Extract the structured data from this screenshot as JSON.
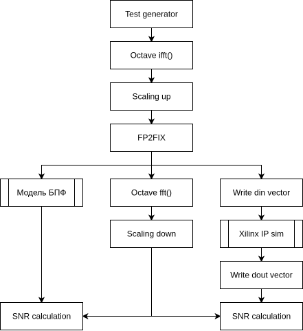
{
  "diagram": {
    "nodes": [
      {
        "id": "test-generator",
        "label": "Test generator",
        "subprocess": false
      },
      {
        "id": "octave-ifft",
        "label": "Octave ifft()",
        "subprocess": false
      },
      {
        "id": "scaling-up",
        "label": "Scaling up",
        "subprocess": false
      },
      {
        "id": "fp2fix",
        "label": "FP2FIX",
        "subprocess": false
      },
      {
        "id": "fft-model",
        "label": "Модель БПФ",
        "subprocess": true
      },
      {
        "id": "octave-fft",
        "label": "Octave fft()",
        "subprocess": false
      },
      {
        "id": "write-din-vector",
        "label": "Write din vector",
        "subprocess": false
      },
      {
        "id": "scaling-down",
        "label": "Scaling down",
        "subprocess": false
      },
      {
        "id": "xilinx-ip-sim",
        "label": "Xilinx IP sim",
        "subprocess": true
      },
      {
        "id": "write-dout-vector",
        "label": "Write dout vector",
        "subprocess": false
      },
      {
        "id": "snr-calculation-left",
        "label": "SNR calculation",
        "subprocess": false
      },
      {
        "id": "snr-calculation-right",
        "label": "SNR calculation",
        "subprocess": false
      }
    ],
    "edges": [
      {
        "from": "test-generator",
        "to": "octave-ifft"
      },
      {
        "from": "octave-ifft",
        "to": "scaling-up"
      },
      {
        "from": "scaling-up",
        "to": "fp2fix"
      },
      {
        "from": "fp2fix",
        "to": "fft-model"
      },
      {
        "from": "fp2fix",
        "to": "octave-fft"
      },
      {
        "from": "fp2fix",
        "to": "write-din-vector"
      },
      {
        "from": "octave-fft",
        "to": "scaling-down"
      },
      {
        "from": "write-din-vector",
        "to": "xilinx-ip-sim"
      },
      {
        "from": "xilinx-ip-sim",
        "to": "write-dout-vector"
      },
      {
        "from": "write-dout-vector",
        "to": "snr-calculation-right"
      },
      {
        "from": "fft-model",
        "to": "snr-calculation-left"
      },
      {
        "from": "scaling-down",
        "to": "snr-calculation-left"
      },
      {
        "from": "scaling-down",
        "to": "snr-calculation-right"
      }
    ]
  }
}
